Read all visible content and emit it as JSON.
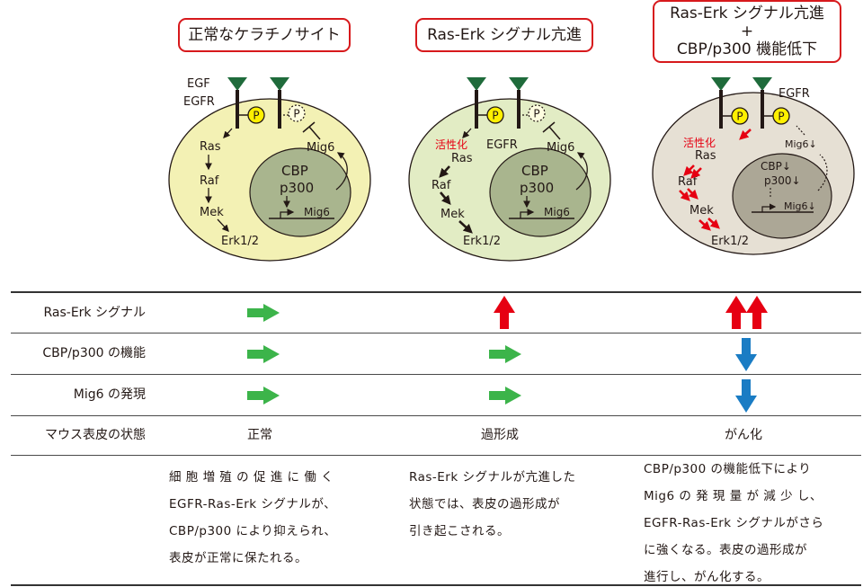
{
  "panels": [
    {
      "title_lines": [
        "正常なケラチノサイト"
      ],
      "labels": {
        "egf": "EGF",
        "egfr": "EGFR",
        "ras": "Ras",
        "raf": "Raf",
        "mek": "Mek",
        "erk": "Erk1/2",
        "mig6": "Mig6",
        "cbp": "CBP",
        "p300": "p300",
        "gene": "Mig6",
        "p": "P"
      }
    },
    {
      "title_lines": [
        "Ras-Erk シグナル亢進"
      ],
      "labels": {
        "egfr": "EGFR",
        "activation": "活性化",
        "ras": "Ras",
        "raf": "Raf",
        "mek": "Mek",
        "erk": "Erk1/2",
        "mig6": "Mig6",
        "cbp": "CBP",
        "p300": "p300",
        "gene": "Mig6",
        "p": "P"
      }
    },
    {
      "title_lines": [
        "Ras-Erk シグナル亢進",
        "+",
        "CBP/p300 機能低下"
      ],
      "labels": {
        "egfr": "EGFR",
        "activation": "活性化",
        "ras": "Ras",
        "raf": "Raf",
        "mek": "Mek",
        "erk": "Erk1/2",
        "mig6": "Mig6↓",
        "cbp": "CBP↓",
        "p300": "p300↓",
        "gene": "Mig6↓",
        "p": "P"
      }
    }
  ],
  "table": {
    "rows": [
      {
        "label": "Ras-Erk シグナル",
        "indicators": [
          "right-green",
          "up-red",
          "up-red-double"
        ]
      },
      {
        "label": "CBP/p300 の機能",
        "indicators": [
          "right-green",
          "right-green",
          "down-blue"
        ]
      },
      {
        "label": "Mig6 の発現",
        "indicators": [
          "right-green",
          "right-green",
          "down-blue"
        ]
      }
    ],
    "state_row": {
      "label": "マウス表皮の状態",
      "values": [
        "正常",
        "過形成",
        "がん化"
      ]
    },
    "descriptions": [
      [
        "細 胞 増 殖 の 促 進 に 働 く",
        "EGFR-Ras-Erk シグナルが、",
        "CBP/p300 により抑えられ、",
        "表皮が正常に保たれる。"
      ],
      [
        "Ras-Erk シグナルが亢進した",
        "状態では、表皮の過形成が",
        "引き起こされる。"
      ],
      [
        "CBP/p300 の機能低下により",
        "Mig6 の 発 現 量 が 減 少 し、",
        "EGFR-Ras-Erk シグナルがさら",
        "に強くなる。表皮の過形成が",
        "進行し、がん化する。"
      ]
    ]
  },
  "colors": {
    "title_border": "#d7191c",
    "panel1_cell": "#f3f1b4",
    "panel2_cell": "#e2ecc4",
    "panel3_cell": "#e6e0d4",
    "nucleus": "#a9b58e",
    "nucleus3": "#aca796",
    "receptor_head": "#1f6b3b",
    "phospho": "#fff000",
    "arrow_green": "#3cb44a",
    "arrow_red": "#e60012",
    "arrow_blue": "#1a7cc4"
  }
}
